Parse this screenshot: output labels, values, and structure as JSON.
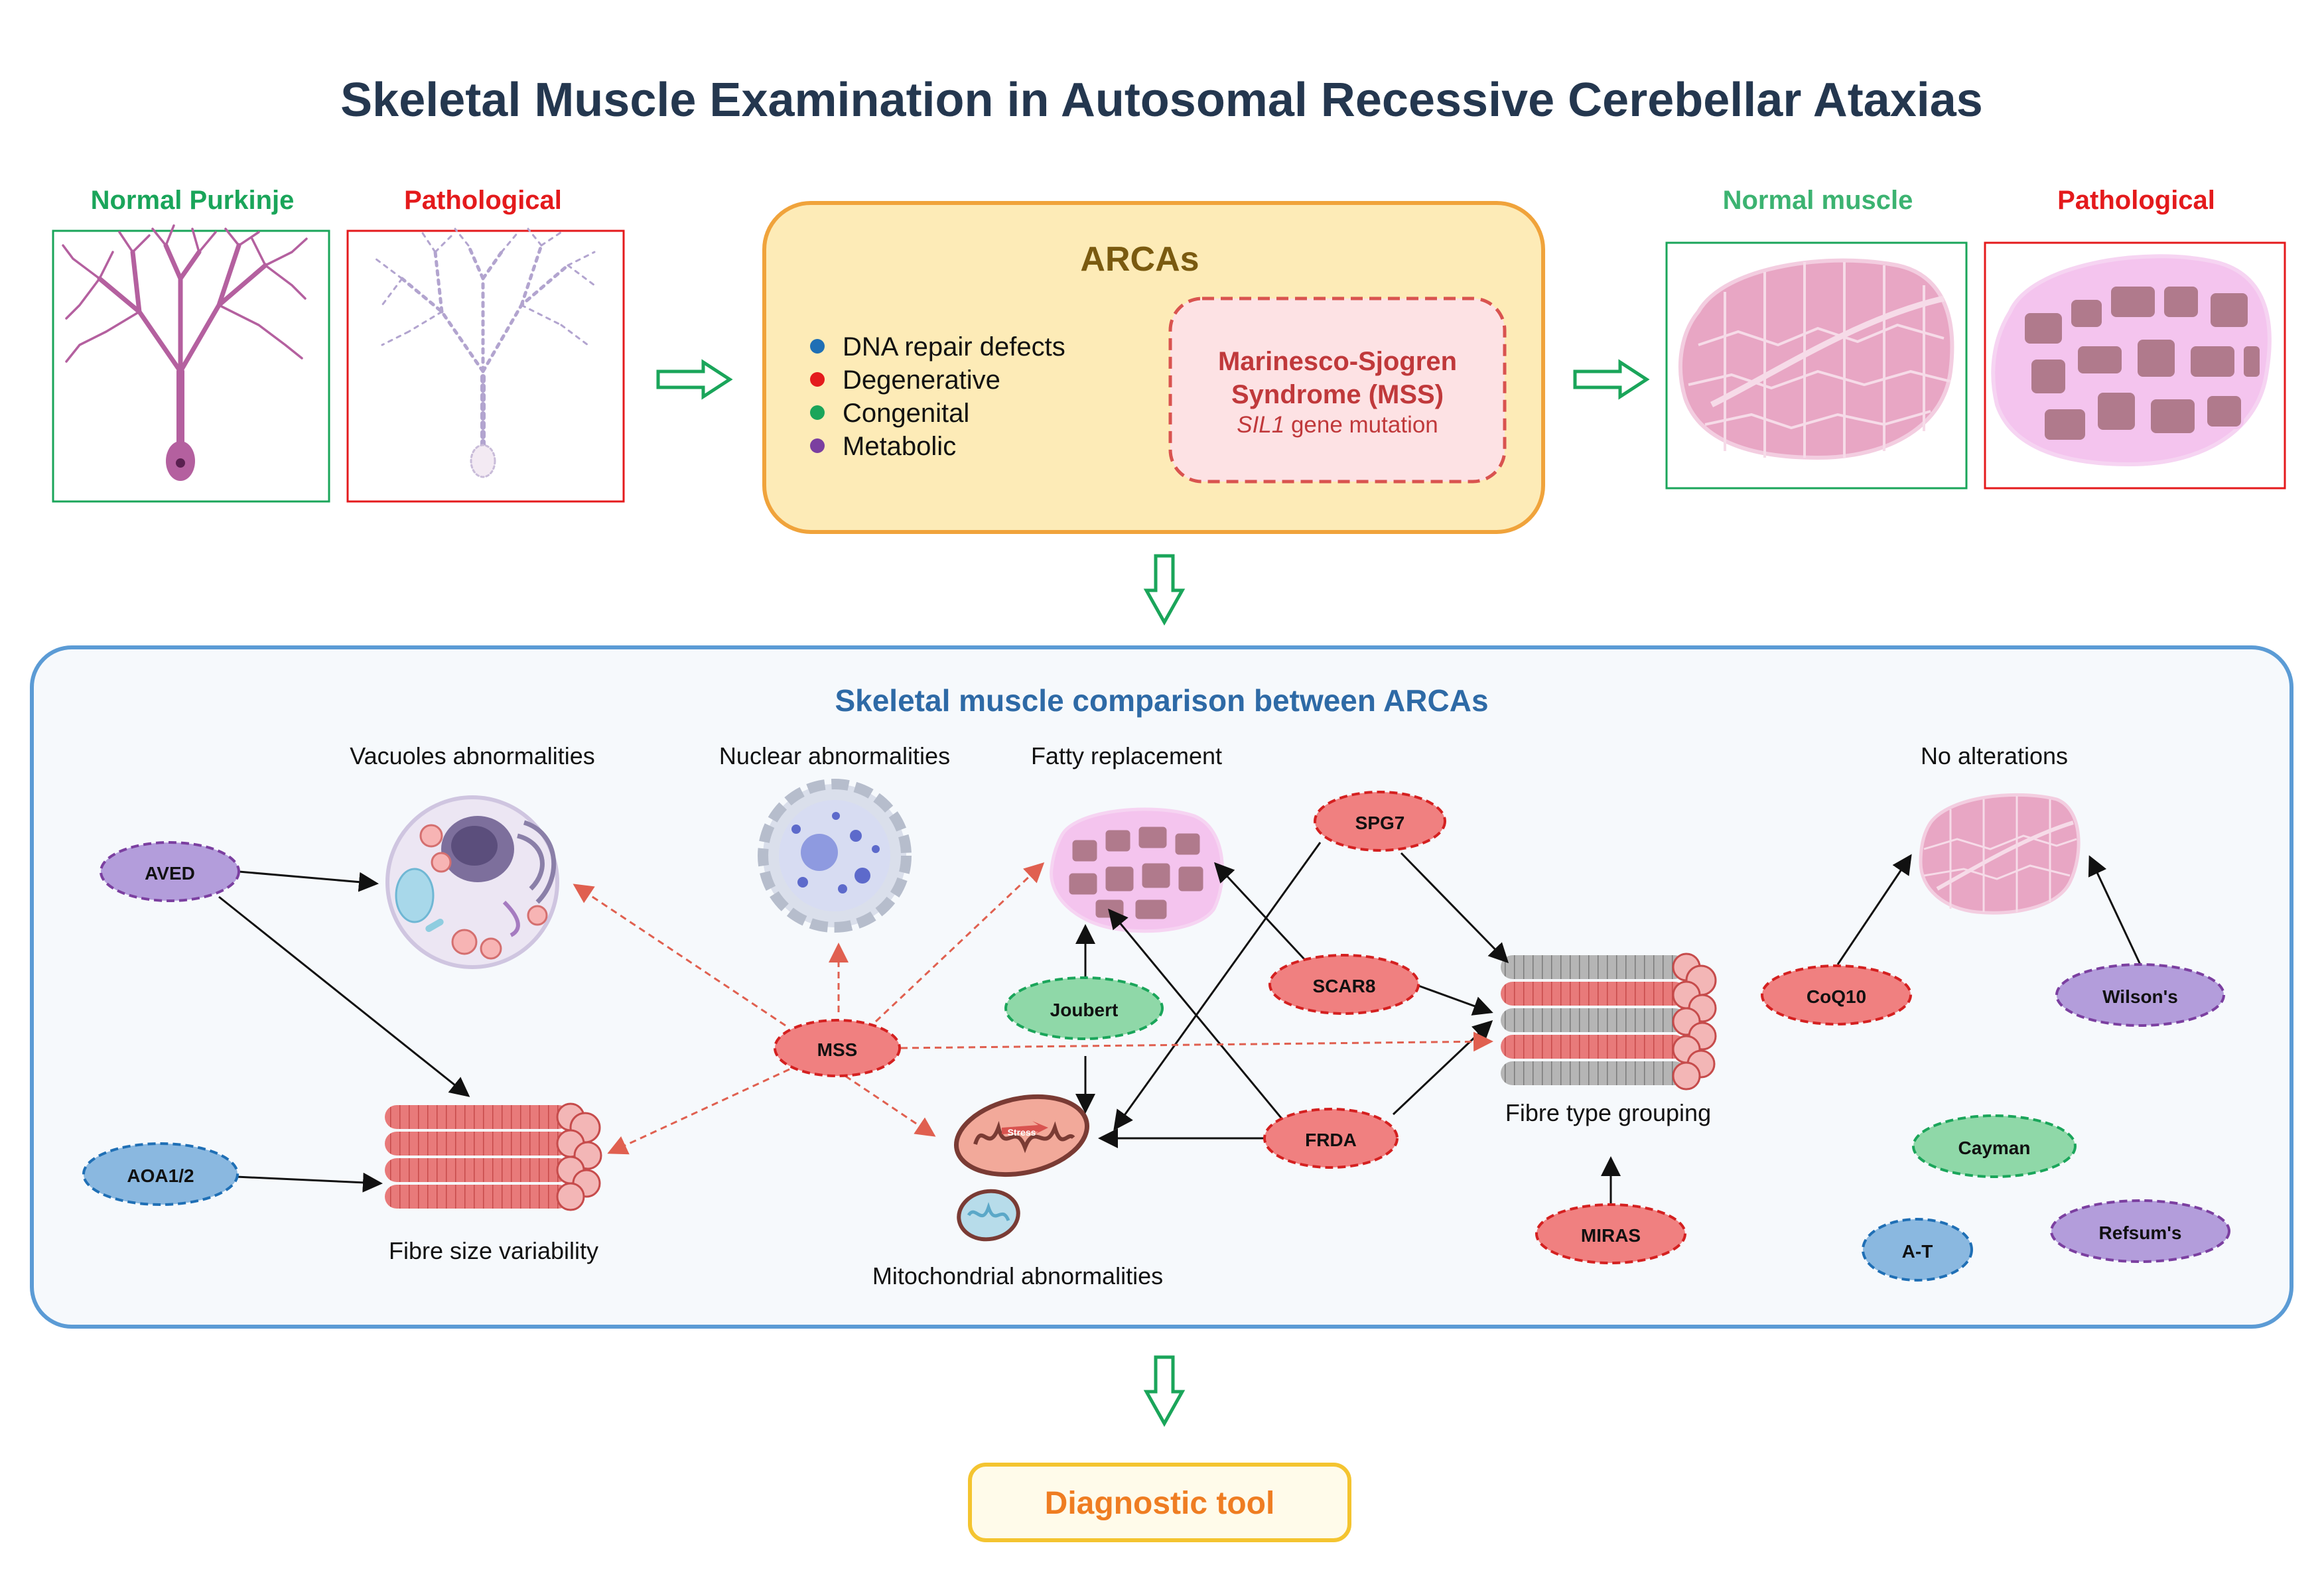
{
  "title": "Skeletal Muscle Examination in Autosomal Recessive Cerebellar Ataxias",
  "top": {
    "normal_purkinje": "Normal Purkinje",
    "pathological_left": "Pathological",
    "normal_muscle": "Normal muscle",
    "pathological_right": "Pathological"
  },
  "arcas": {
    "title": "ARCAs",
    "categories": [
      {
        "label": "DNA repair defects",
        "color": "#1f6fb5"
      },
      {
        "label": "Degenerative",
        "color": "#e41a1c"
      },
      {
        "label": "Congenital",
        "color": "#1aa55a"
      },
      {
        "label": "Metabolic",
        "color": "#7b3fa0"
      }
    ],
    "mss_line1": "Marinesco-Sjogren",
    "mss_line2": "Syndrome (MSS)",
    "mss_gene": "SIL1",
    "mss_gene_rest": " gene mutation"
  },
  "comparison": {
    "title": "Skeletal muscle comparison between ARCAs",
    "labels": {
      "vacuoles": "Vacuoles abnormalities",
      "nuclear": "Nuclear abnormalities",
      "fatty": "Fatty replacement",
      "no_alt": "No alterations",
      "fibre_size": "Fibre size variability",
      "mito": "Mitochondrial abnormalities",
      "fibre_type": "Fibre type grouping",
      "stress": "Stress"
    },
    "diseases": {
      "aved": "AVED",
      "aoa": "AOA1/2",
      "mss": "MSS",
      "joubert": "Joubert",
      "spg7": "SPG7",
      "scar8": "SCAR8",
      "frda": "FRDA",
      "miras": "MIRAS",
      "coq10": "CoQ10",
      "wilson": "Wilson's",
      "cayman": "Cayman",
      "at": "A-T",
      "refsum": "Refsum's"
    }
  },
  "diagnostic": "Diagnostic tool",
  "colors": {
    "green_arrow": "#1aa55a",
    "blue_box": "#5b9bd5",
    "red_pill": "#f08080",
    "purple_pill": "#b39ddb",
    "blue_pill": "#8ab8e0",
    "green_pill": "#8fd8a8"
  }
}
